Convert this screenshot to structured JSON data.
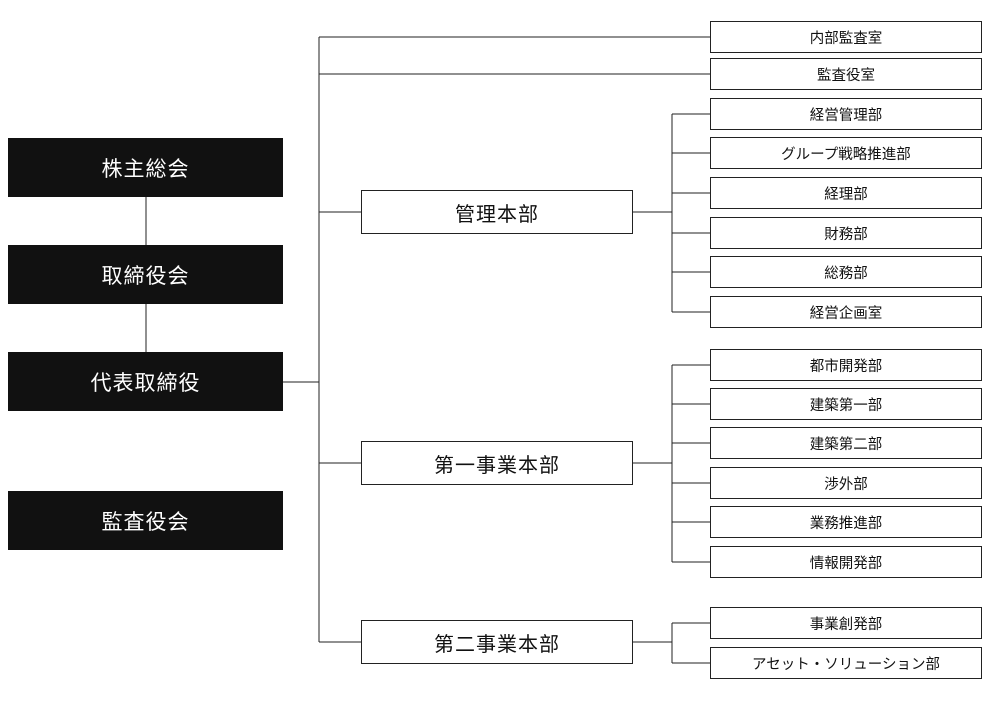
{
  "executives": [
    {
      "label": "株主総会"
    },
    {
      "label": "取締役会"
    },
    {
      "label": "代表取締役"
    },
    {
      "label": "監査役会"
    }
  ],
  "direct_offices": [
    {
      "label": "内部監査室"
    },
    {
      "label": "監査役室"
    }
  ],
  "divisions": [
    {
      "label": "管理本部",
      "departments": [
        {
          "label": "経営管理部"
        },
        {
          "label": "グループ戦略推進部"
        },
        {
          "label": "経理部"
        },
        {
          "label": "財務部"
        },
        {
          "label": "総務部"
        },
        {
          "label": "経営企画室"
        }
      ]
    },
    {
      "label": "第一事業本部",
      "departments": [
        {
          "label": "都市開発部"
        },
        {
          "label": "建築第一部"
        },
        {
          "label": "建築第二部"
        },
        {
          "label": "渉外部"
        },
        {
          "label": "業務推進部"
        },
        {
          "label": "情報開発部"
        }
      ]
    },
    {
      "label": "第二事業本部",
      "departments": [
        {
          "label": "事業創発部"
        },
        {
          "label": "アセット・ソリューション部"
        }
      ]
    }
  ],
  "colors": {
    "box_fill": "#111111",
    "box_text": "#ffffff",
    "line": "#222222"
  }
}
